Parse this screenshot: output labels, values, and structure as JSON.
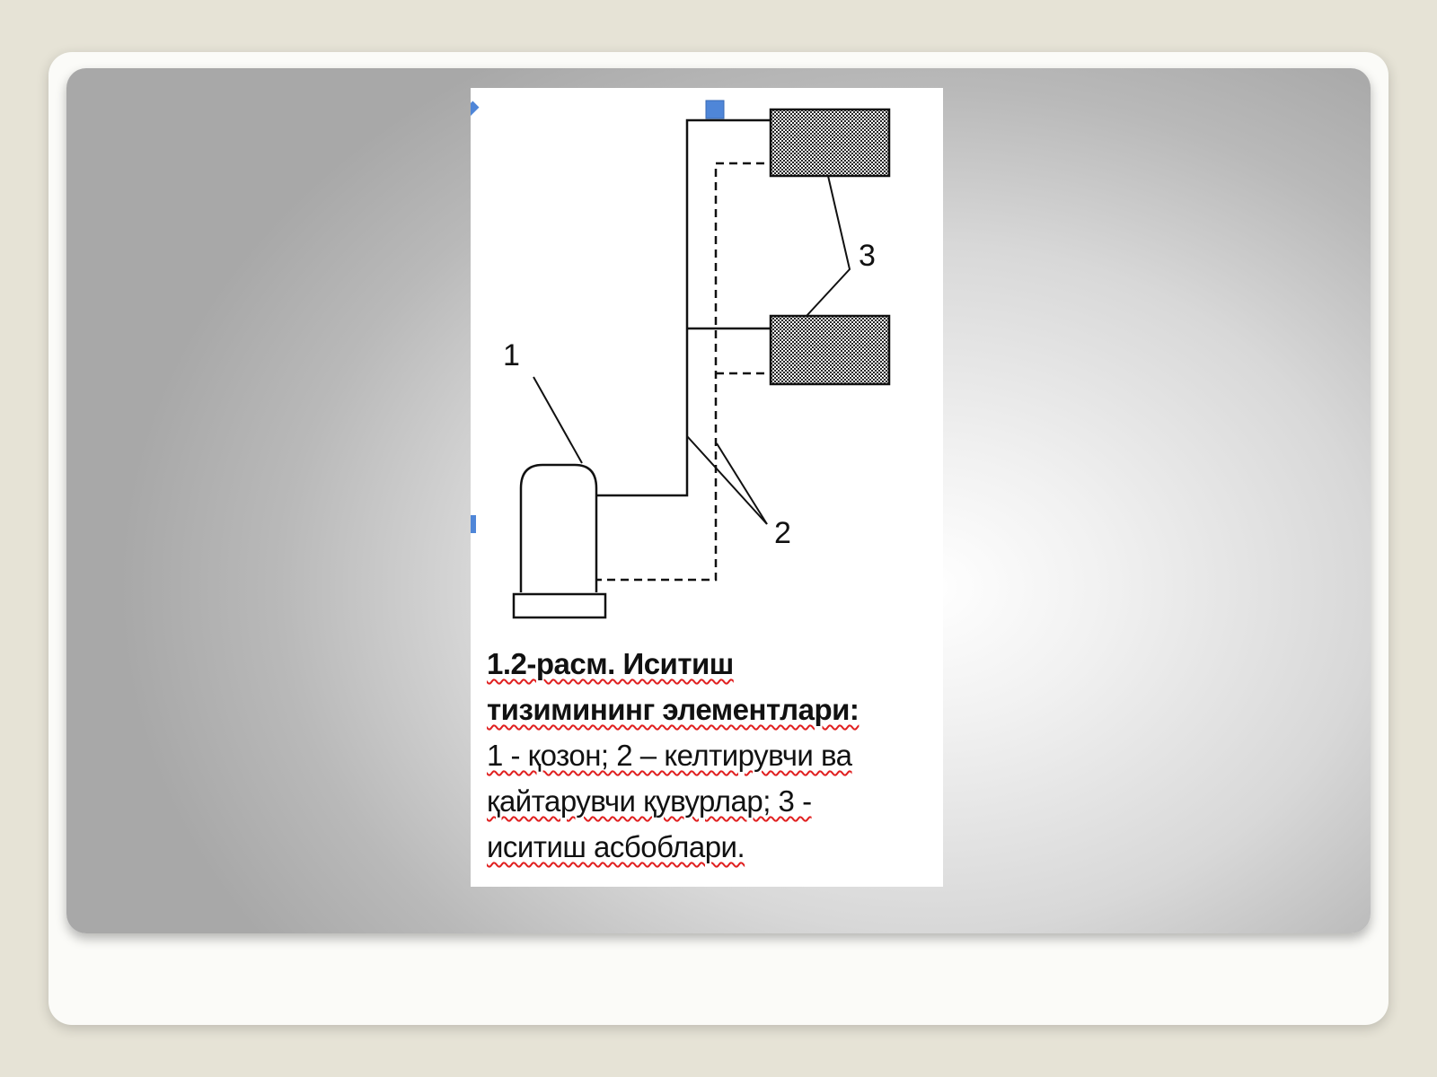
{
  "figure": {
    "labels": {
      "boiler": "1",
      "pipes": "2",
      "heaters": "3"
    },
    "caption": {
      "title_line1": "1.2-расм. Иситиш",
      "title_line2": "тизимининг элементлари:",
      "body_line1": "1 - қозон; 2 – келтирувчи ва",
      "body_line2": "қайтарувчи қувурлар; 3 -",
      "body_line3": "иситиш асбоблари."
    }
  },
  "colors": {
    "background": "#e6e3d6",
    "line": "#111111",
    "selection_handle": "#4f86d8",
    "spellcheck": "#e02020"
  }
}
